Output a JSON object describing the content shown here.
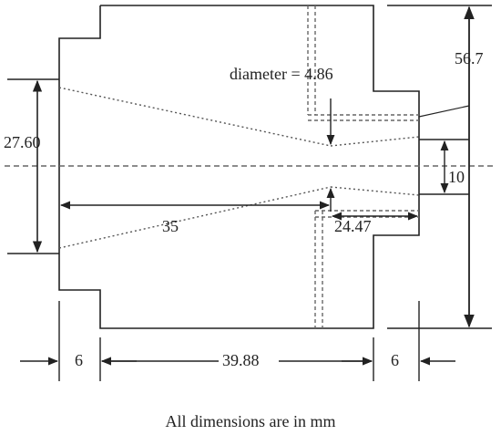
{
  "labels": {
    "diameter": "diameter = 4.86",
    "height_total": "56.7",
    "inlet_height": "27.60",
    "outlet_height": "10",
    "length_taper": "35",
    "length_small": "24.47",
    "flange_left": "6",
    "body_length": "39.88",
    "flange_right": "6"
  },
  "caption": "All dimensions are in mm",
  "colors": {
    "line": "#222222",
    "dash": "#666666"
  }
}
